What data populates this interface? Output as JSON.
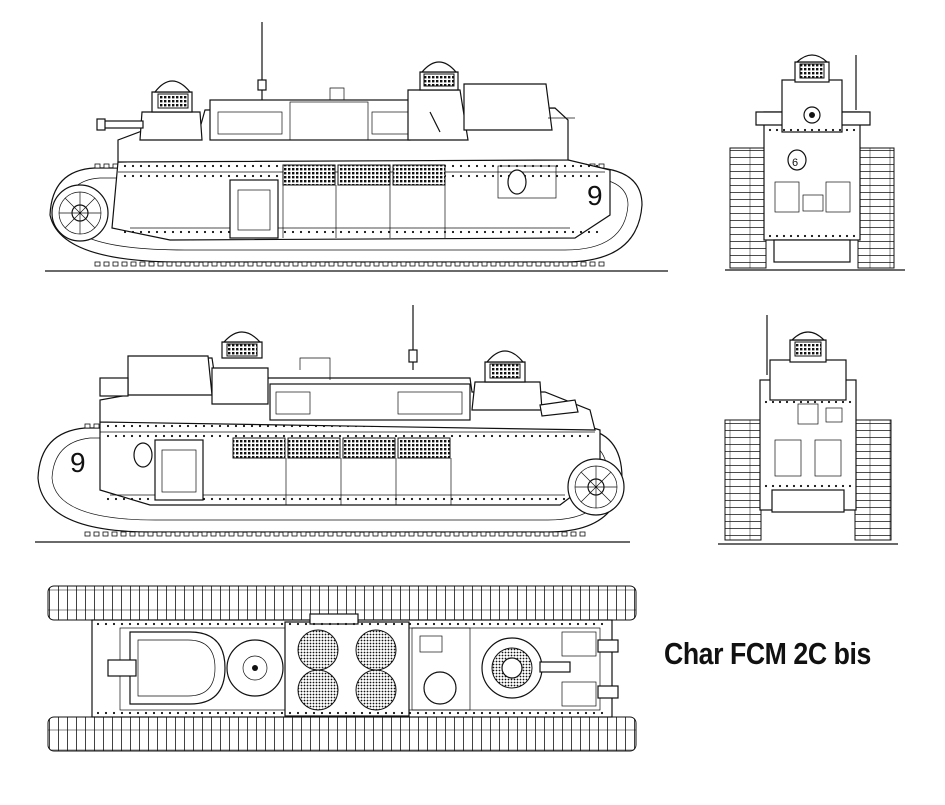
{
  "title": "Char FCM 2C bis",
  "hull_number": "9",
  "front_marking": "6",
  "colors": {
    "ink": "#111111",
    "paper": "#ffffff"
  },
  "views": [
    {
      "id": "left-side",
      "label": ""
    },
    {
      "id": "right-side",
      "label": ""
    },
    {
      "id": "front",
      "label": ""
    },
    {
      "id": "rear",
      "label": ""
    },
    {
      "id": "top",
      "label": ""
    }
  ]
}
